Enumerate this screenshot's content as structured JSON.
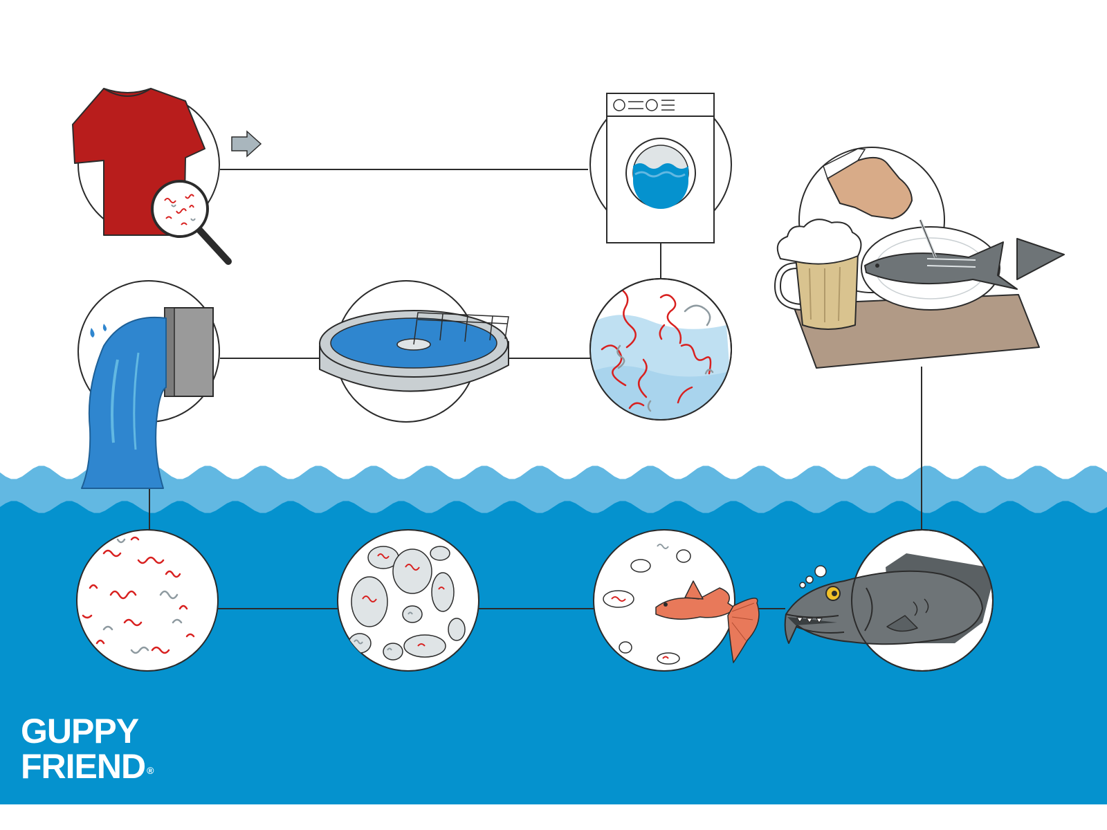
{
  "brand": {
    "line1": "GUPPY",
    "line2": "FRIEND",
    "registered": "®"
  },
  "colors": {
    "sea_dark": "#0592ce",
    "sea_light": "#62b8e2",
    "shirt_red": "#b81d1c",
    "fiber_red": "#d8201f",
    "fiber_grey": "#8e9aa0",
    "outline": "#222222",
    "fish_grey": "#6e7477",
    "guppy_orange": "#e8795a",
    "table_brown": "#b19a86",
    "beer": "#d9c38f",
    "hand_skin": "#d8ab88",
    "arrow_grey": "#a9b6bd"
  },
  "nodes": [
    {
      "id": "shirt",
      "icon": "tshirt-magnifier-icon"
    },
    {
      "id": "washer",
      "icon": "washing-machine-icon"
    },
    {
      "id": "meal",
      "icon": "fish-dinner-icon"
    },
    {
      "id": "pipe",
      "icon": "outflow-pipe-icon"
    },
    {
      "id": "plant",
      "icon": "treatment-basin-icon"
    },
    {
      "id": "fibers-water",
      "icon": "microfiber-water-icon"
    },
    {
      "id": "fibers-sea",
      "icon": "microfiber-sea-icon"
    },
    {
      "id": "plankton",
      "icon": "plankton-icon"
    },
    {
      "id": "guppy",
      "icon": "small-fish-icon"
    },
    {
      "id": "big-fish",
      "icon": "big-fish-icon"
    }
  ]
}
